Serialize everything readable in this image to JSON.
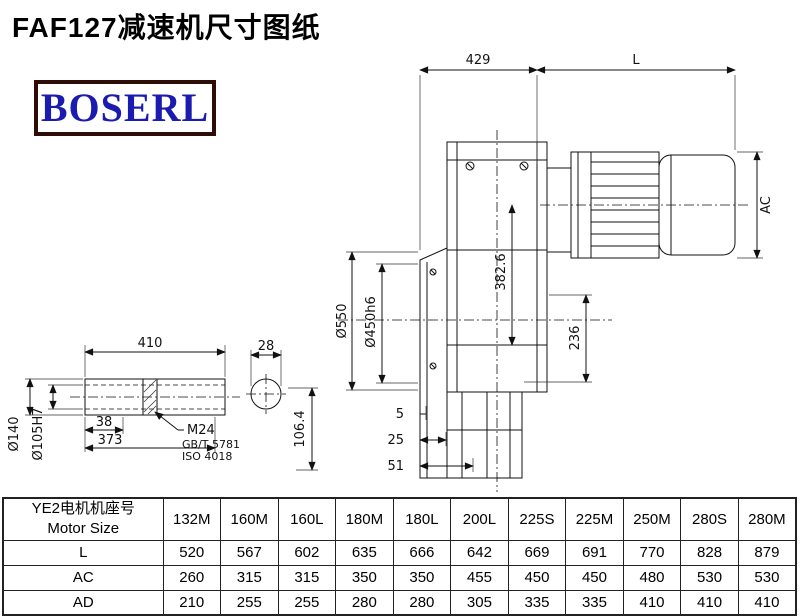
{
  "title": "FAF127减速机尺寸图纸",
  "logo": {
    "text": "BOSERL",
    "text_color": "#1b1bb0",
    "border_color": "#2d0d05"
  },
  "colors": {
    "line": "#111111",
    "background": "#ffffff"
  },
  "drawing": {
    "dim_429": "429",
    "dim_L": "L",
    "dim_AC": "AC",
    "dim_d550": "Ø550",
    "dim_d450h6": "Ø450h6",
    "dim_382_6": "382.6",
    "dim_236": "236",
    "dim_5": "5",
    "dim_25": "25",
    "dim_51": "51",
    "dim_410": "410",
    "dim_38": "38",
    "dim_373": "373",
    "dim_d140": "Ø140",
    "dim_d105H7": "Ø105H7",
    "dim_28": "28",
    "dim_106_4": "106.4",
    "note_m24": "M24",
    "note_gb": "GB/T 5781",
    "note_iso": "ISO 4018"
  },
  "table": {
    "header_cn": "YE2电机机座号",
    "header_en": "Motor Size",
    "columns": [
      "132M",
      "160M",
      "160L",
      "180M",
      "180L",
      "200L",
      "225S",
      "225M",
      "250M",
      "280S",
      "280M"
    ],
    "rows": [
      {
        "label": "L",
        "values": [
          520,
          567,
          602,
          635,
          666,
          642,
          669,
          691,
          770,
          828,
          879
        ]
      },
      {
        "label": "AC",
        "values": [
          260,
          315,
          315,
          350,
          350,
          455,
          450,
          450,
          480,
          530,
          530
        ]
      },
      {
        "label": "AD",
        "values": [
          210,
          255,
          255,
          280,
          280,
          305,
          335,
          335,
          410,
          410,
          410
        ]
      }
    ]
  }
}
